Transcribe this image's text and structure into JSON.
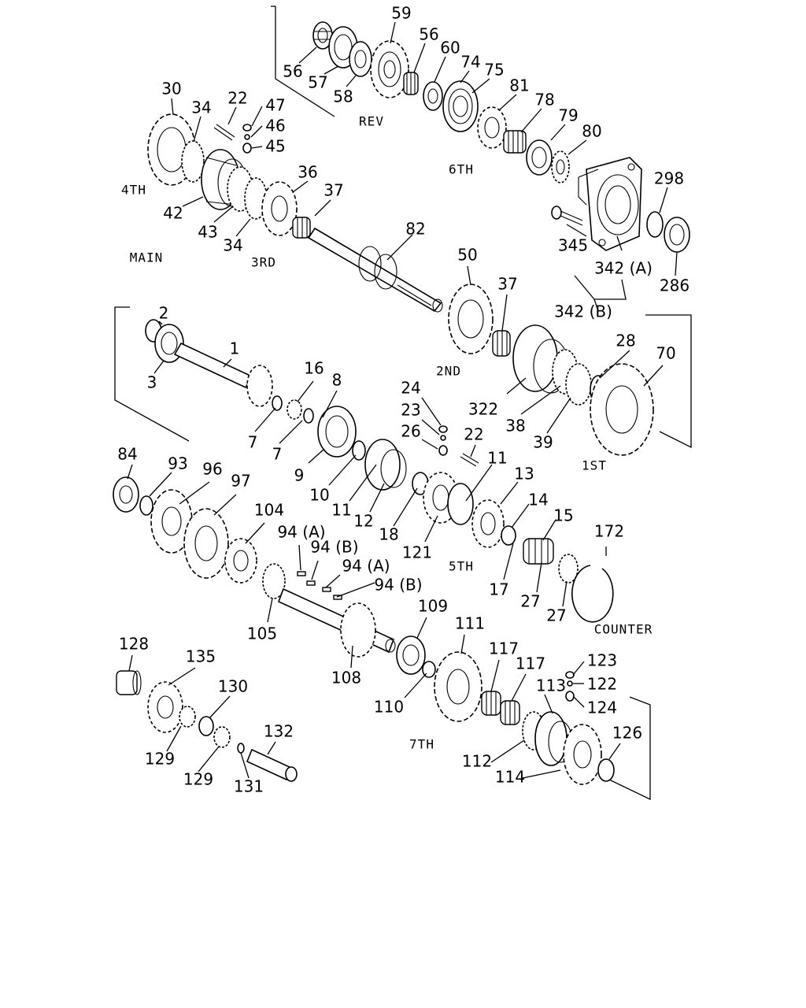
{
  "sections": [
    "REV",
    "6TH",
    "4TH",
    "MAIN",
    "3RD",
    "2ND",
    "1ST",
    "5TH",
    "COUNTER",
    "7TH"
  ],
  "callouts": [
    "59",
    "56",
    "60",
    "74",
    "75",
    "56",
    "57",
    "58",
    "81",
    "78",
    "79",
    "80",
    "298",
    "30",
    "34",
    "22",
    "47",
    "46",
    "45",
    "36",
    "37",
    "42",
    "43",
    "34",
    "82",
    "345",
    "342 (A)",
    "286",
    "342 (B)",
    "50",
    "37",
    "2",
    "1",
    "3",
    "16",
    "8",
    "7",
    "7",
    "28",
    "70",
    "322",
    "38",
    "39",
    "24",
    "23",
    "26",
    "22",
    "9",
    "10",
    "11",
    "12",
    "18",
    "11",
    "13",
    "121",
    "14",
    "15",
    "17",
    "27",
    "27",
    "172",
    "84",
    "93",
    "96",
    "97",
    "104",
    "94 (A)",
    "94 (B)",
    "94 (A)",
    "94 (B)",
    "105",
    "109",
    "108",
    "111",
    "117",
    "117",
    "110",
    "123",
    "122",
    "124",
    "113",
    "128",
    "135",
    "130",
    "129",
    "129",
    "132",
    "131",
    "126",
    "112",
    "114"
  ]
}
